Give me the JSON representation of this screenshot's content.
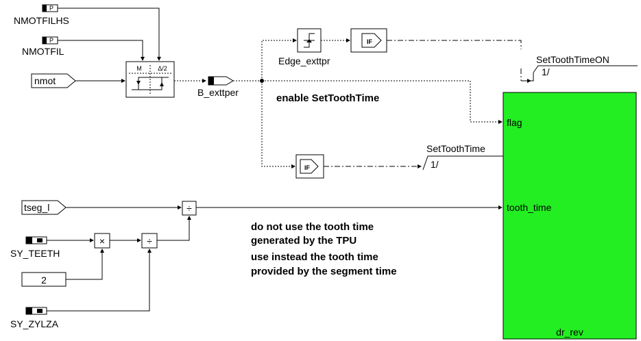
{
  "diagram": {
    "params": {
      "nmotfilhs": "NMOTFILHS",
      "nmotfil": "NMOTFIL",
      "sy_teeth": "SY_TEETH",
      "sy_zylza": "SY_ZYLZA"
    },
    "param_glyph": "P",
    "inputs": {
      "nmot": "nmot",
      "tseg_l": "tseg_l"
    },
    "constant_two": "2",
    "hysteresis": {
      "top_left": "M",
      "top_right": "Δ/2"
    },
    "signals": {
      "b_exttper": "B_exttper",
      "edge_exttpr": "Edge_exttpr",
      "set_tooth_time_on": "SetToothTimeON",
      "set_tooth_time_on_inv": "1/",
      "set_tooth_time": "SetToothTime",
      "set_tooth_time_inv": "1/"
    },
    "if_label": "IF",
    "ops": {
      "multiply": "×",
      "divide": "÷"
    },
    "comments": {
      "enable": "enable SetToothTime",
      "note_line1": "do not use the tooth time",
      "note_line2": "generated by the TPU",
      "note_line3": "use instead the tooth time",
      "note_line4": "provided by the segment time"
    },
    "block": {
      "name": "dr_rev",
      "color": "#22ee22",
      "ports": {
        "flag": "flag",
        "tooth_time": "tooth_time"
      }
    }
  }
}
